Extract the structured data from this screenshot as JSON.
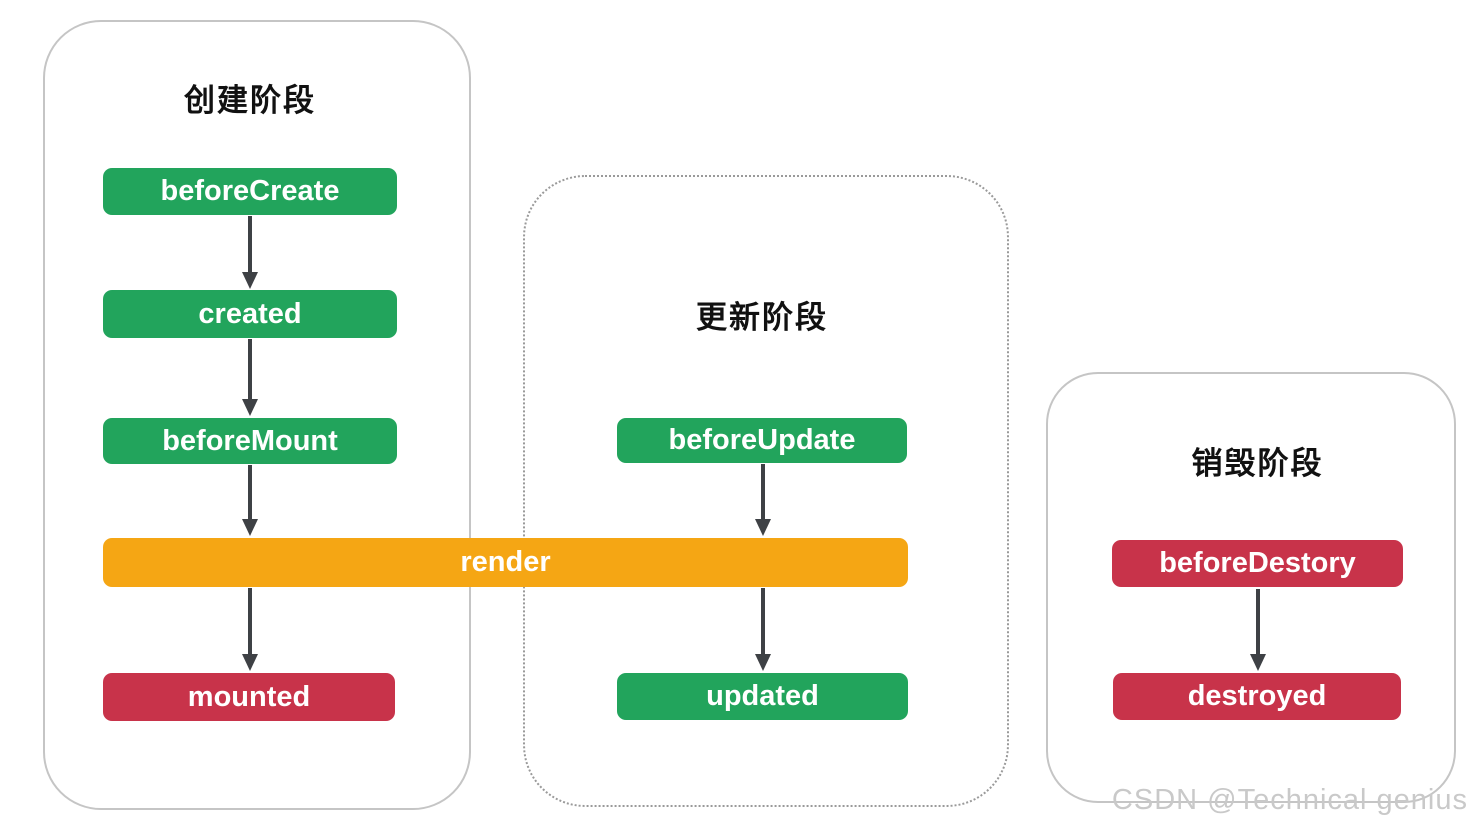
{
  "phases": {
    "create": {
      "title": "创建阶段"
    },
    "update": {
      "title": "更新阶段"
    },
    "destroy": {
      "title": "销毁阶段"
    }
  },
  "nodes": {
    "beforeCreate": "beforeCreate",
    "created": "created",
    "beforeMount": "beforeMount",
    "render": "render",
    "mounted": "mounted",
    "beforeUpdate": "beforeUpdate",
    "updated": "updated",
    "beforeDestory": "beforeDestory",
    "destroyed": "destroyed"
  },
  "watermark": {
    "text": "CSDN @Technical genius"
  },
  "colors": {
    "green": "#22a45c",
    "red": "#c8334a",
    "orange": "#f5a614",
    "arrow": "#3e4145",
    "solid_border": "#c5c5c5",
    "dotted_border": "#9a9a9a",
    "title_text": "#111111",
    "watermark": "#c9c9c9"
  }
}
